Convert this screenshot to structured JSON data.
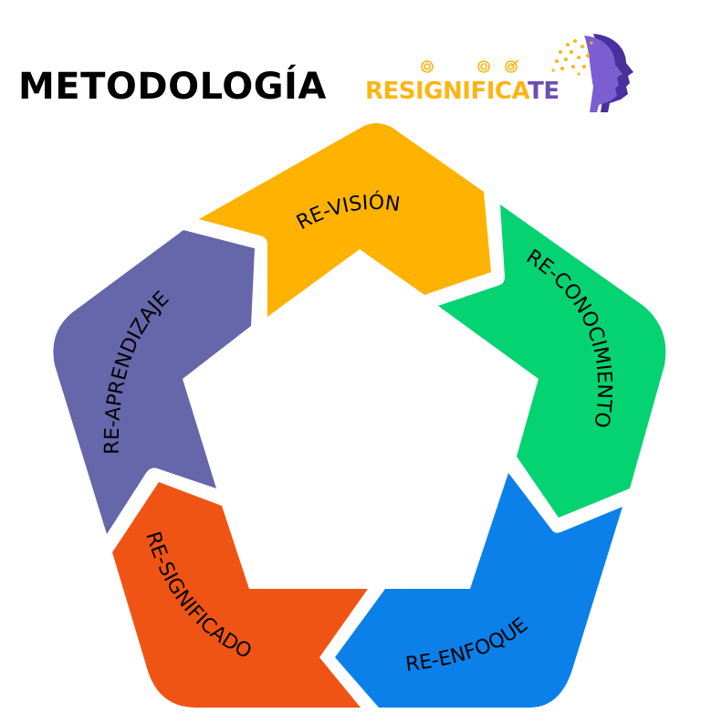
{
  "title": "METODOLOGÍA",
  "logo": {
    "text_part1": "RESIGNIFICA",
    "text_part2": "TE",
    "colors": {
      "orange": "#FDB515",
      "purple": "#6A4FB2"
    }
  },
  "cycle": {
    "segments": [
      {
        "label": "RE-VISIÓN",
        "color": "#FFB300"
      },
      {
        "label": "RE-CONOCIMIENTO",
        "color": "#05D372"
      },
      {
        "label": "RE-ENFOQUE",
        "color": "#0B80E8"
      },
      {
        "label": "RE-SIGNIFICADO",
        "color": "#F05415"
      },
      {
        "label": "RE-APRENDIZAJE",
        "color": "#6666AA"
      }
    ]
  }
}
